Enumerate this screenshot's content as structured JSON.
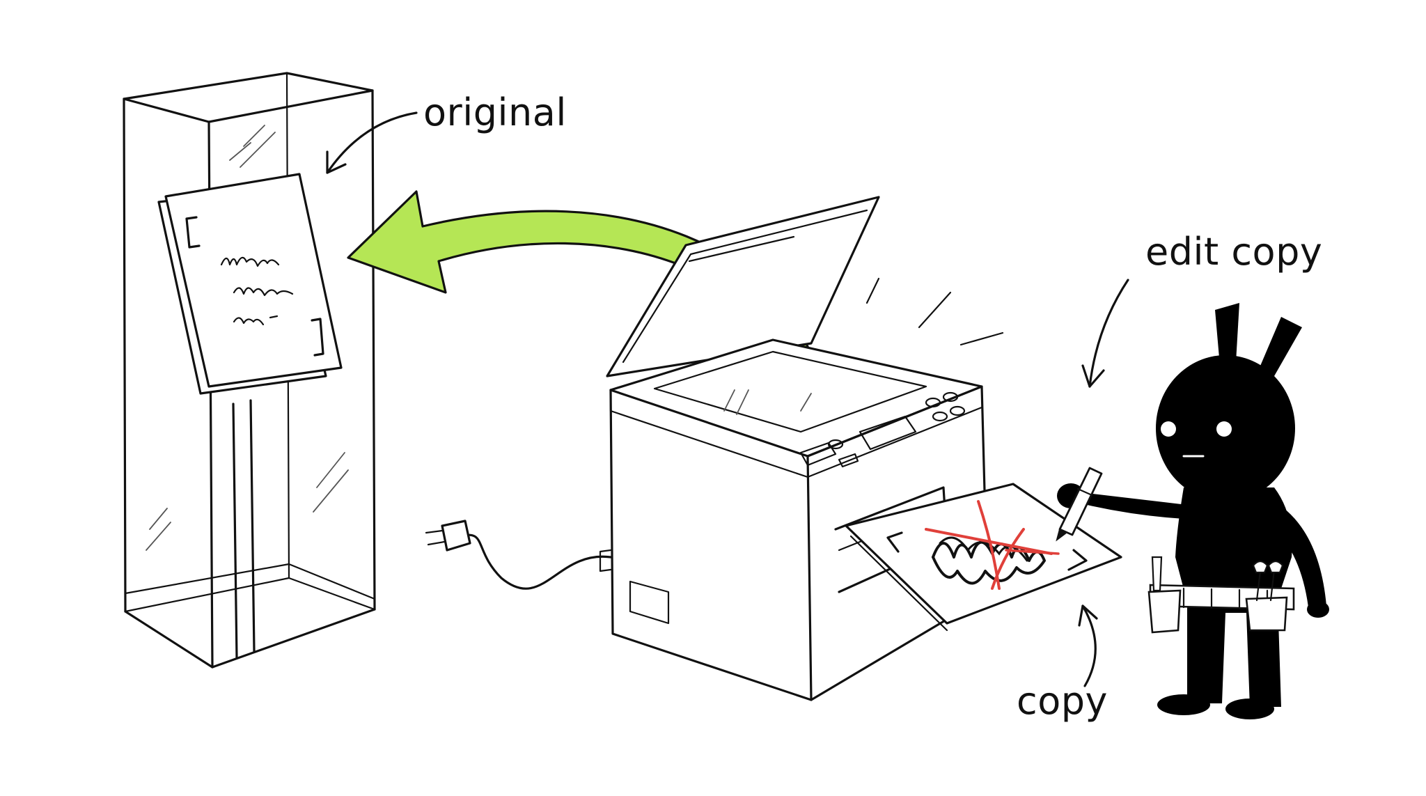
{
  "labels": {
    "original": "original",
    "edit_copy": "edit copy",
    "copy": "copy"
  },
  "colors": {
    "ink": "#111111",
    "arrow_fill": "#b5e655",
    "edit_mark": "#e0403a",
    "character": "#000000",
    "background": "#ffffff"
  },
  "icons": {
    "display_case": "glass-display-case",
    "original_document": "document-icon",
    "big_arrow": "curved-arrow-icon",
    "machine": "photocopier",
    "power_plug": "power-plug-icon",
    "copy_document": "paper-copy",
    "pen": "pen-icon",
    "character": "black-rabbit-character",
    "tool_belt": "tool-belt",
    "wrench": "wrench-icon"
  }
}
